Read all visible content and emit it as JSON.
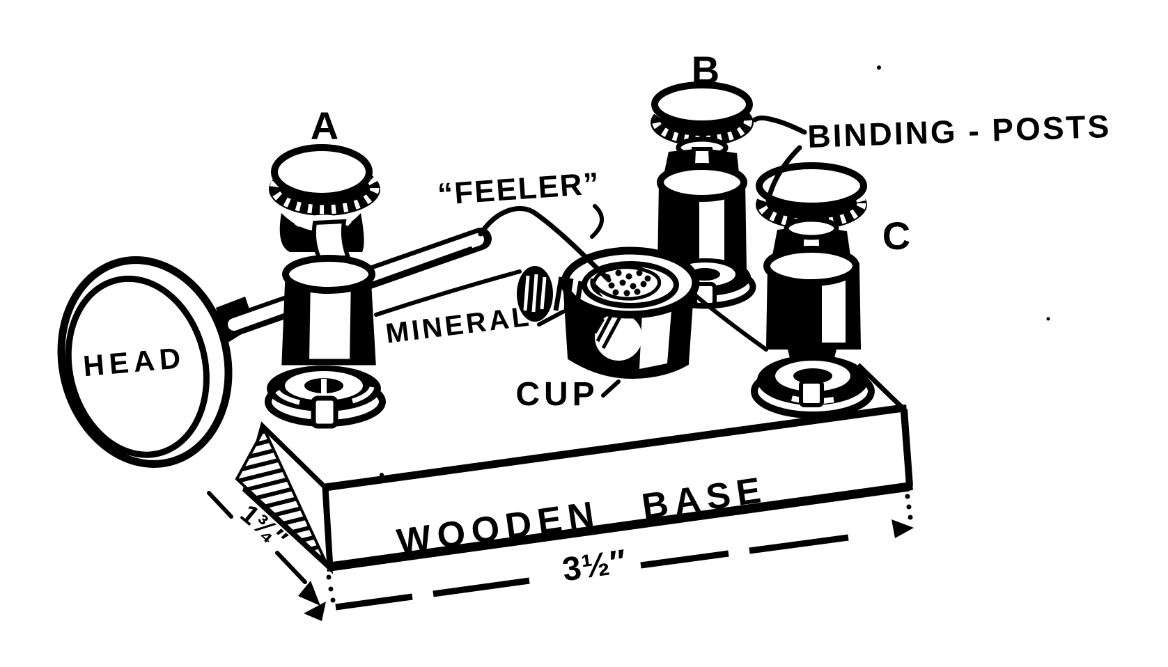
{
  "labels": {
    "post_a": "A",
    "post_b": "B",
    "post_c": "C",
    "binding_posts": "BINDING - POSTS",
    "feeler": "“FEELER”",
    "mineral": "MINERAL",
    "cup": "CUP",
    "head": "HEAD",
    "wooden_base": "WOODEN BASE",
    "base_length": "3½″",
    "base_depth": "1¾″"
  },
  "colors": {
    "ink": "#000000",
    "paper": "#ffffff"
  }
}
